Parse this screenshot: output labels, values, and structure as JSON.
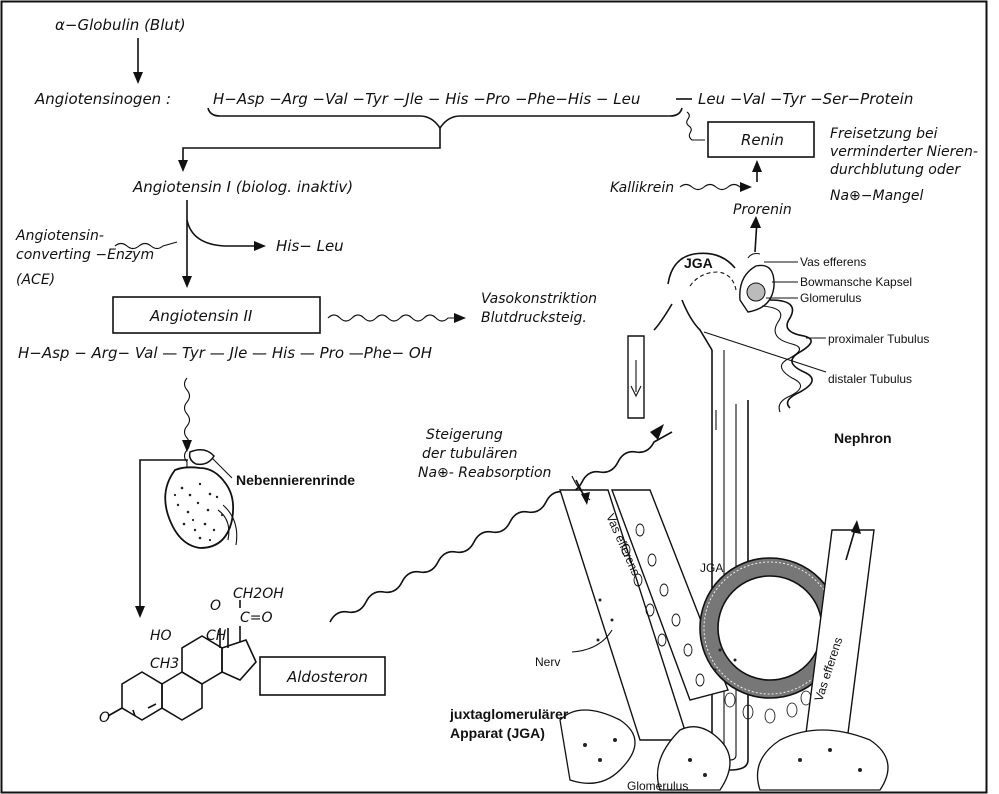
{
  "labels": {
    "alpha_globulin": "α−Globulin (Blut)",
    "angiotensinogen": "Angiotensinogen :",
    "sequence_part1": "H−Asp −Arg −Val −Tyr −Jle − His −Pro −Phe−His − Leu",
    "sequence_part2": "Leu −Val −Tyr −Ser−Protein",
    "renin": "Renin",
    "freisetzung_1": "Freisetzung bei",
    "freisetzung_2": "verminderter Nieren-",
    "freisetzung_3": "durchblutung oder",
    "freisetzung_4": "Na⊕−Mangel",
    "kallikrein": "Kallikrein",
    "prorenin": "Prorenin",
    "angiotensin1": "Angiotensin I (biolog. inaktiv)",
    "ace_1": "Angiotensin-",
    "ace_2": "converting −Enzym",
    "ace_3": "(ACE)",
    "his_leu": "His− Leu",
    "angiotensin2": "Angiotensin II",
    "vaso_1": "Vasokonstriktion",
    "vaso_2": "Blutdrucksteig.",
    "sequence_ang2": "H−Asp − Arg− Val — Tyr — Jle — His — Pro —Phe− OH",
    "steigerung_1": "Steigerung",
    "steigerung_2": "der tubulären",
    "steigerung_3": "Na⊕- Reabsorption",
    "nebennierenrinde": "Nebennierenrinde",
    "aldosteron": "Aldosteron",
    "ch2oh": "CH2OH",
    "c_o": "C=O",
    "o_top": "O",
    "ch": "CH",
    "ho": "HO",
    "ch3": "CH3",
    "o_left": "O",
    "jga": "JGA",
    "vas_efferens": "Vas efferens",
    "bowman": "Bowmansche Kapsel",
    "glomerulus": "Glomerulus",
    "prox_tubulus": "proximaler Tubulus",
    "dist_tubulus": "distaler Tubulus",
    "nephron": "Nephron",
    "vas_efferens_rot1": "Vas efferens",
    "jga_small": "JGA",
    "vas_efferens_rot2": "Vas efferens",
    "nerv": "Nerv",
    "jga_full_1": "juxtaglomerulärer",
    "jga_full_2": "Apparat (JGA)",
    "glomerulus_bottom": "Glomerulus"
  }
}
